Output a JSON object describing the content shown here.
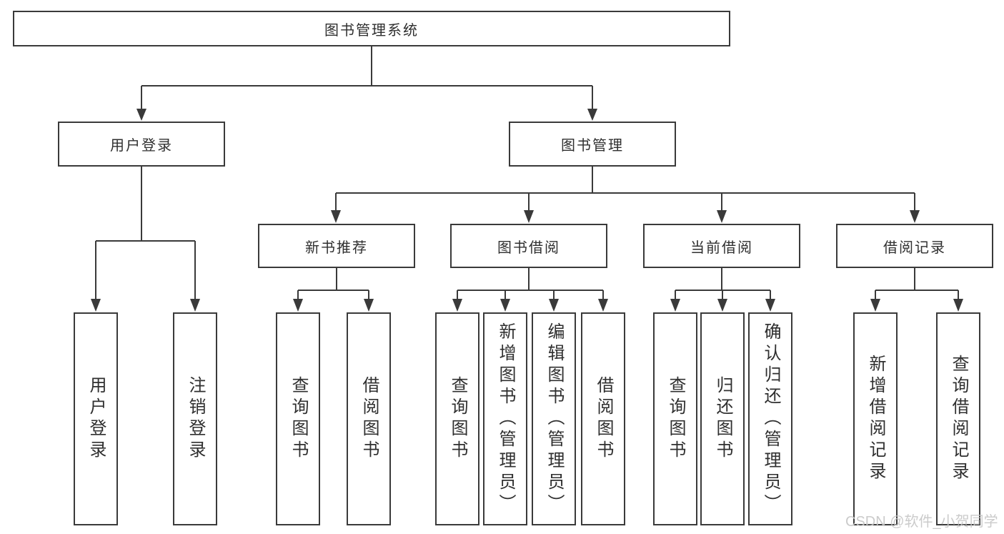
{
  "colors": {
    "line": "#3a3a3a",
    "box_fill": "#ffffff",
    "text": "#2f2f2f",
    "watermark": "#c7c7c7",
    "background": "#ffffff"
  },
  "watermark": {
    "text": "CSDN @软件_小贺同学"
  },
  "tree": {
    "root": {
      "label": "图书管理系统",
      "children": [
        {
          "label": "用户登录",
          "children": [
            {
              "label": "用户登录"
            },
            {
              "label": "注销登录"
            }
          ]
        },
        {
          "label": "图书管理",
          "children": [
            {
              "label": "新书推荐",
              "children": [
                {
                  "label": "查询图书"
                },
                {
                  "label": "借阅图书"
                }
              ]
            },
            {
              "label": "图书借阅",
              "children": [
                {
                  "label": "查询图书"
                },
                {
                  "label": "新增图书（管理员）"
                },
                {
                  "label": "编辑图书（管理员）"
                },
                {
                  "label": "借阅图书"
                }
              ]
            },
            {
              "label": "当前借阅",
              "children": [
                {
                  "label": "查询图书"
                },
                {
                  "label": "归还图书"
                },
                {
                  "label": "确认归还（管理员）"
                }
              ]
            },
            {
              "label": "借阅记录",
              "children": [
                {
                  "label": "新增借阅记录"
                },
                {
                  "label": "查询借阅记录"
                }
              ]
            }
          ]
        }
      ]
    }
  }
}
